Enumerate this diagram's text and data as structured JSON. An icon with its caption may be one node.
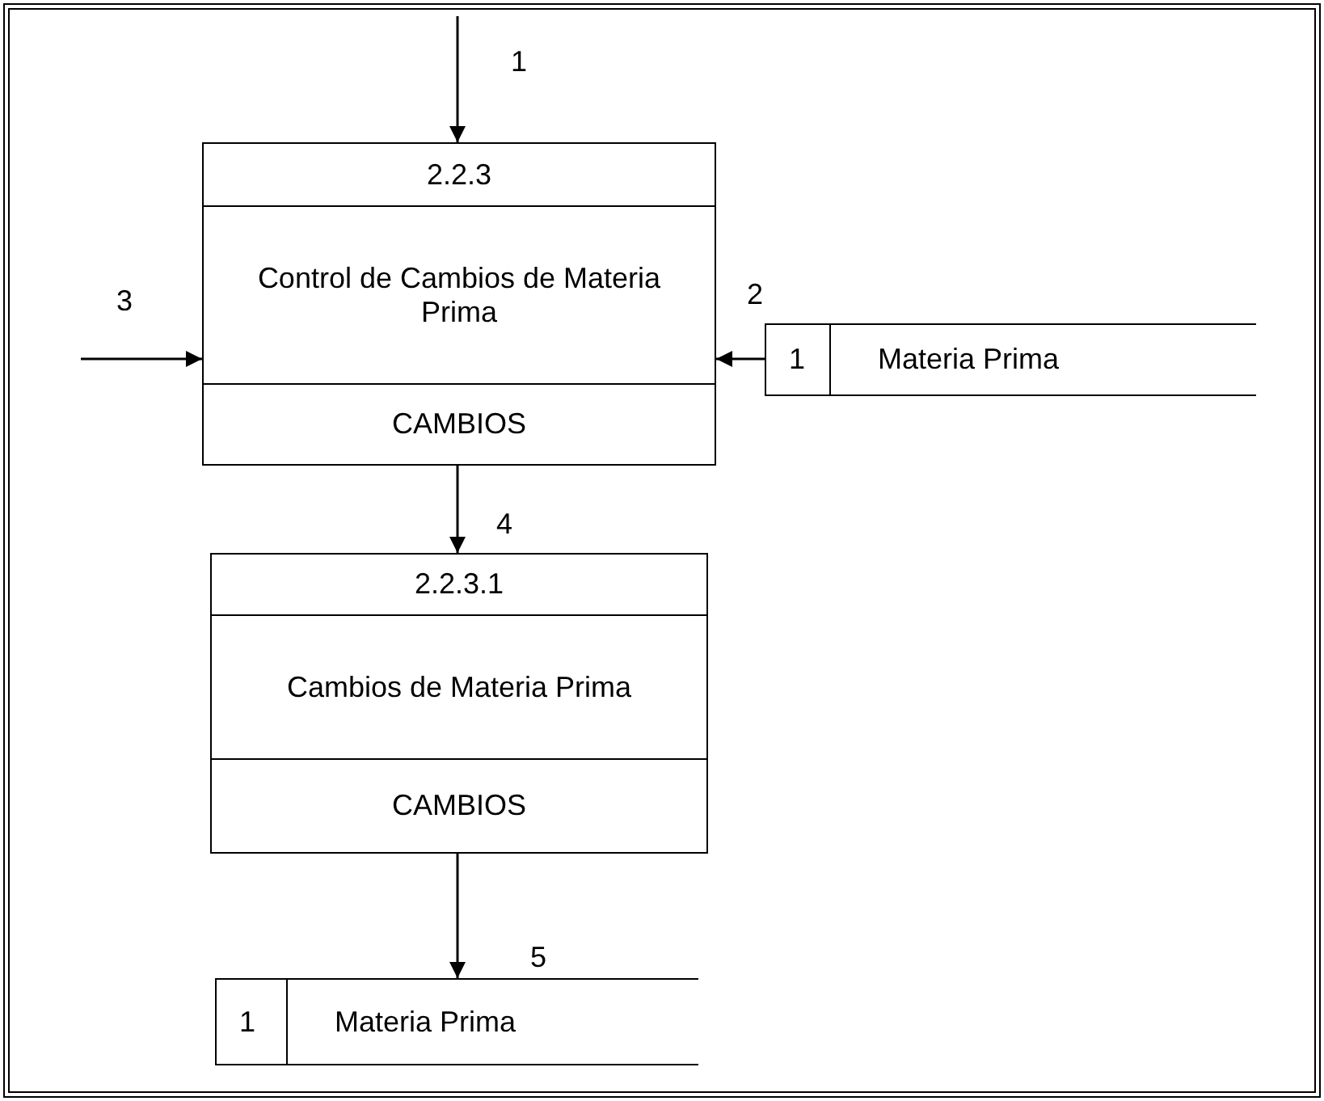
{
  "diagram": {
    "nodes": [
      {
        "text": [
          "2.2.3",
          "Control de Cambios de Materia Prima",
          "CAMBIOS"
        ]
      },
      {
        "text": [
          "1",
          "Materia Prima"
        ]
      },
      {
        "text": [
          "2.2.3.1",
          "Cambios de Materia Prima",
          "CAMBIOS"
        ]
      },
      {
        "text": [
          "1",
          "Materia Prima"
        ]
      }
    ],
    "edges": [
      {
        "from": null,
        "to": 0,
        "arrow": "to",
        "label": "1"
      },
      {
        "from": null,
        "to": 0,
        "arrow": "to",
        "label": "3"
      },
      {
        "from": 1,
        "to": 0,
        "arrow": "to",
        "label": "2"
      },
      {
        "from": 0,
        "to": 2,
        "arrow": "to",
        "label": "4"
      },
      {
        "from": 2,
        "to": 3,
        "arrow": "to",
        "label": "5"
      }
    ]
  }
}
